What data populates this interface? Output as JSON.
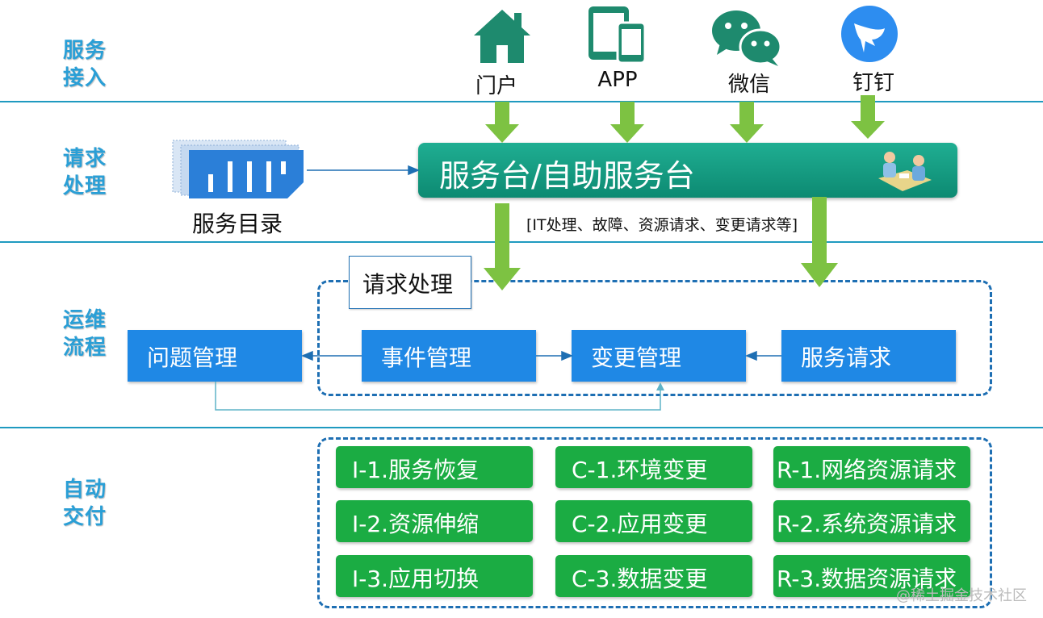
{
  "rows": {
    "access": {
      "line1": "服务",
      "line2": "接入"
    },
    "request": {
      "line1": "请求",
      "line2": "处理"
    },
    "ops": {
      "line1": "运维",
      "line2": "流程"
    },
    "delivery": {
      "line1": "自动",
      "line2": "交付"
    }
  },
  "channels": [
    {
      "label": "门户",
      "icon": "house-icon"
    },
    {
      "label": "APP",
      "icon": "mobile-devices-icon"
    },
    {
      "label": "微信",
      "icon": "wechat-icon"
    },
    {
      "label": "钉钉",
      "icon": "dingtalk-icon"
    }
  ],
  "service_desk": {
    "label": "服务台/自助服务台",
    "icon": "service-staff-icon"
  },
  "catalog": {
    "label": "服务目录",
    "icon": "catalog-icon"
  },
  "request_types": "[IT处理、故障、资源请求、变更请求等]",
  "request_processing": {
    "label": "请求处理"
  },
  "processes": {
    "problem": "问题管理",
    "incident": "事件管理",
    "change": "变更管理",
    "service_request": "服务请求"
  },
  "delivery": {
    "col1": [
      "I-1.服务恢复",
      "I-2.资源伸缩",
      "I-3.应用切换"
    ],
    "col2": [
      "C-1.环境变更",
      "C-2.应用变更",
      "C-3.数据变更"
    ],
    "col3": [
      "R-1.网络资源请求",
      "R-2.系统资源请求",
      "R-3.数据资源请求"
    ]
  },
  "watermark": "@稀土掘金技术社区",
  "colors": {
    "row_title": "#2a9fd6",
    "divider": "#1f9ac0",
    "arrow_green": "#7dc242",
    "service_desk": "#11967c",
    "process_blue": "#1f88e5",
    "delivery_green": "#1bac43",
    "dash_border": "#1e6fb3"
  }
}
